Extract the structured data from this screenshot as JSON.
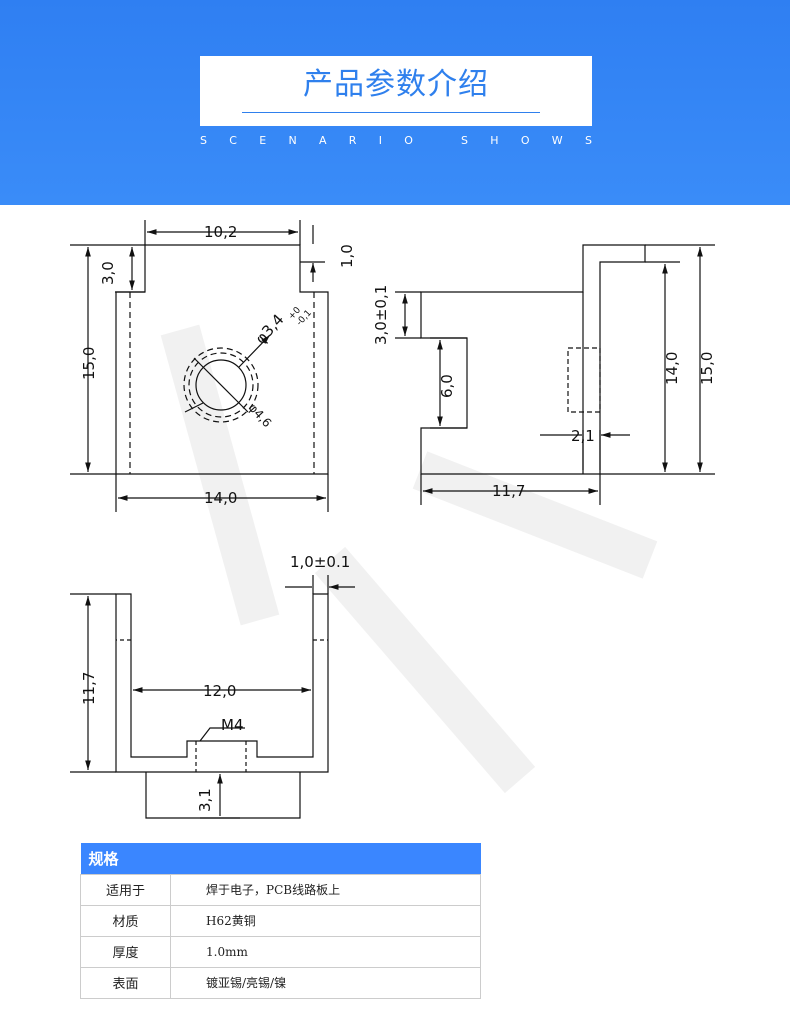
{
  "header": {
    "title": "产品参数介绍",
    "subtitle_letters": [
      "S",
      "C",
      "E",
      "N",
      "A",
      "R",
      "I",
      "O",
      "",
      "S",
      "H",
      "O",
      "W",
      "S"
    ]
  },
  "drawing": {
    "front": {
      "width_top": "10,2",
      "thickness": "1,0",
      "tab_height": "3,0",
      "height": "15,0",
      "width": "14,0",
      "hole": "φ3,4",
      "hole_tol_plus": "+0",
      "hole_tol_minus": "-0,1",
      "outer_dia": "φ4,6"
    },
    "side": {
      "tab": "3,0±0,1",
      "slot": "6,0",
      "depth": "11,7",
      "offset": "2,1",
      "h1": "14,0",
      "h2": "15,0"
    },
    "bottom": {
      "thickness": "1,0±0.1",
      "height": "11,7",
      "inner_width": "12,0",
      "thread": "M4",
      "boss": "3,1"
    }
  },
  "spec_table": {
    "header": "规格",
    "rows": [
      {
        "key": "适用于",
        "value": "焊于电子，PCB线路板上"
      },
      {
        "key": "材质",
        "value": "H62黄铜"
      },
      {
        "key": "厚度",
        "value": "1.0mm"
      },
      {
        "key": "表面",
        "value": "镀亚锡/亮锡/镍"
      }
    ]
  }
}
